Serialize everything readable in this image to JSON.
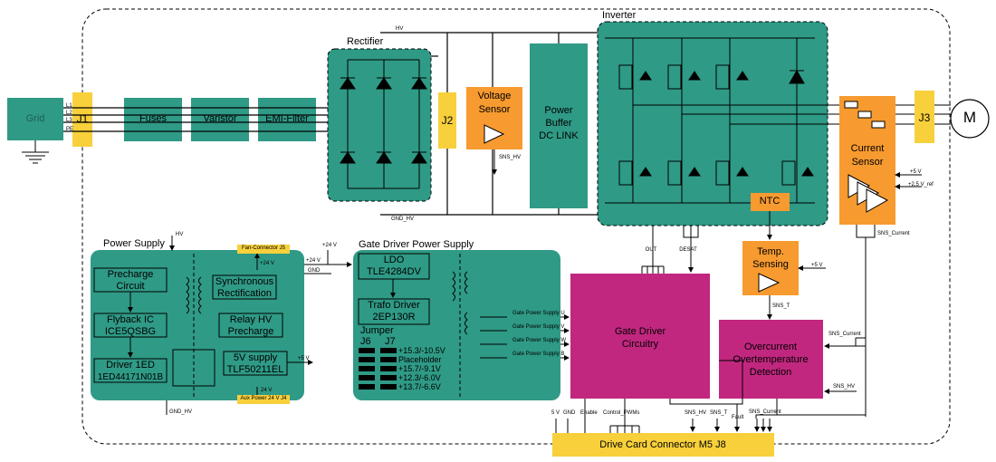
{
  "colors": {
    "teal": "#2f9a86",
    "teal_dark": "#1f7c6b",
    "yellow": "#f7d03c",
    "orange": "#f79a30",
    "magenta": "#c1277f",
    "line": "#000000"
  },
  "blocks": {
    "grid": "Grid",
    "j1": "J1",
    "fuses": "Fuses",
    "varistor": "Varistor",
    "emi": "EMI-Filter",
    "rectifier_title": "Rectifier",
    "j2": "J2",
    "voltage_sensor": [
      "Voltage",
      "Sensor"
    ],
    "power_buffer": [
      "Power",
      "Buffer",
      "DC LINK"
    ],
    "inverter_title": "Inverter",
    "j3": "J3",
    "motor": "M",
    "current_sensor": [
      "Current",
      "Sensor"
    ],
    "ntc": "NTC",
    "temp_sensing": [
      "Temp.",
      "Sensing"
    ],
    "gate_driver": [
      "Gate Driver",
      "Circuitry"
    ],
    "overcurrent": [
      "Overcurrent",
      "Overtemperature",
      "Detection"
    ],
    "drive_card": "Drive Card Connector M5 J8"
  },
  "power_supply": {
    "title": "Power Supply",
    "precharge": [
      "Precharge",
      "Circuit"
    ],
    "flyback": [
      "Flyback IC",
      "ICE5QSBG"
    ],
    "driver": [
      "Driver 1ED",
      "1ED44171N01B"
    ],
    "sync_rect": [
      "Synchronous",
      "Rectification"
    ],
    "relay": [
      "Relay HV",
      "Precharge"
    ],
    "five_v": [
      "5V supply",
      "TLF50211EL"
    ],
    "fan_conn": "Fan-Connector J5",
    "aux_power": "Aux Power 24 V J4"
  },
  "gate_driver_power": {
    "title": "Gate Driver Power Supply",
    "ldo": [
      "LDO",
      "TLE4284DV"
    ],
    "trafo": [
      "Trafo Driver",
      "2EP130R"
    ],
    "jumper": "Jumper",
    "j6": "J6",
    "j7": "J7",
    "settings": [
      "+15.3/-10.5V",
      "Placeholder",
      "+15.7/-9.1V",
      "+12.3/-6.0V",
      "+13.7/-6.6V"
    ]
  },
  "signals": {
    "l1": "L1",
    "l2": "L2",
    "l3": "L3",
    "pe": "PE",
    "hv": "HV",
    "gnd_hv": "GND_HV",
    "sns_hv": "SNS_HV",
    "v24": "+24 V",
    "gnd": "GND",
    "v5": "+5 V",
    "v25ref": "+2.5 V_ref",
    "sns_current": "SNS_Current",
    "sns_t": "SNS_T",
    "out": "OUT",
    "desat": "DESAT",
    "gps_u": "Gate Power Supply U",
    "gps_v": "Gate Power Supply V",
    "gps_w": "Gate Power Supply W",
    "gps_b": "Gate Power Supply B",
    "c5v": "5 V",
    "cgnd": "GND",
    "enable": "Enable",
    "control_pwms": "Control_PWMs",
    "fault": "Fault",
    "v24_2": "24 V"
  }
}
